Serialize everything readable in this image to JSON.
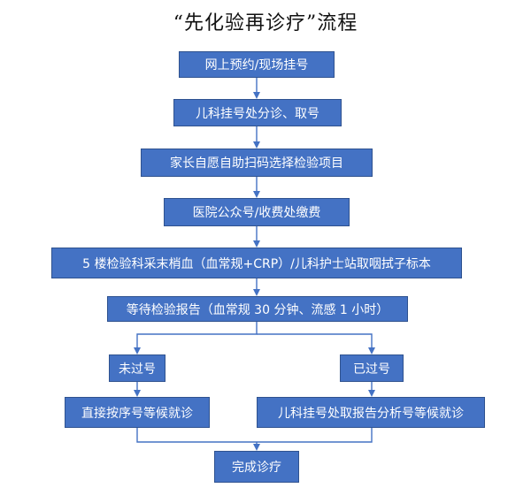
{
  "title": "“先化验再诊疗”流程",
  "steps": {
    "s1": "网上预约/现场挂号",
    "s2": "儿科挂号处分诊、取号",
    "s3": "家长自愿自助扫码选择检验项目",
    "s4": "医院公众号/收费处缴费",
    "s5": "5 楼检验科采末梢血（血常规+CRP）/儿科护士站取咽拭子标本",
    "s6": "等待检验报告（血常规 30 分钟、流感 1 小时）",
    "b1": "未过号",
    "b2": "已过号",
    "b1a": "直接按序号等候就诊",
    "b2a": "儿科挂号处取报告分析号等候就诊",
    "end": "完成诊疗"
  },
  "colors": {
    "box_fill": "#4472c4",
    "box_border": "#2f528f",
    "connector": "#4472c4",
    "text": "#ffffff"
  }
}
